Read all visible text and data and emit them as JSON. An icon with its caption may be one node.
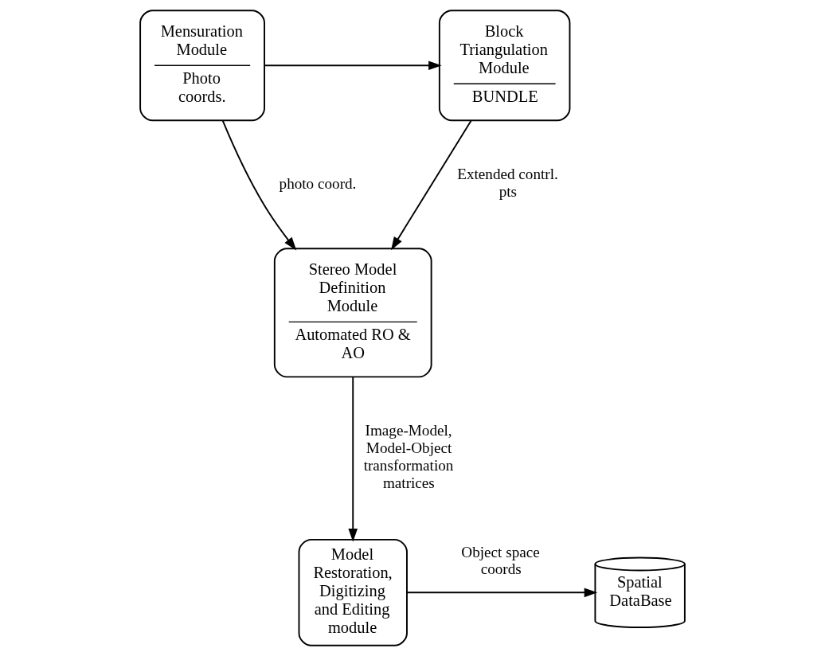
{
  "diagram": {
    "nodes": [
      {
        "text": [
          "Mensuration Module",
          "Photo coords."
        ]
      },
      {
        "text": [
          "Block Triangulation Module",
          "BUNDLE"
        ]
      },
      {
        "text": [
          "Stereo Model Definition Module",
          "Automated RO & AO"
        ]
      },
      {
        "text": [
          "Model Restoration, Digitizing and Editing module"
        ]
      },
      {
        "text": [
          "Spatial DataBase"
        ]
      }
    ],
    "edges": [
      {
        "from": 0,
        "to": 1,
        "arrow": "to"
      },
      {
        "from": 0,
        "to": 2,
        "arrow": "to",
        "label": "photo coord."
      },
      {
        "from": 1,
        "to": 2,
        "arrow": "to",
        "label": "Extended contrl. pts"
      },
      {
        "from": 2,
        "to": 3,
        "arrow": "to",
        "label": "Image-Model, Model-Object transformation matrices"
      },
      {
        "from": 3,
        "to": 4,
        "arrow": "to",
        "label": "Object space coords"
      }
    ]
  }
}
